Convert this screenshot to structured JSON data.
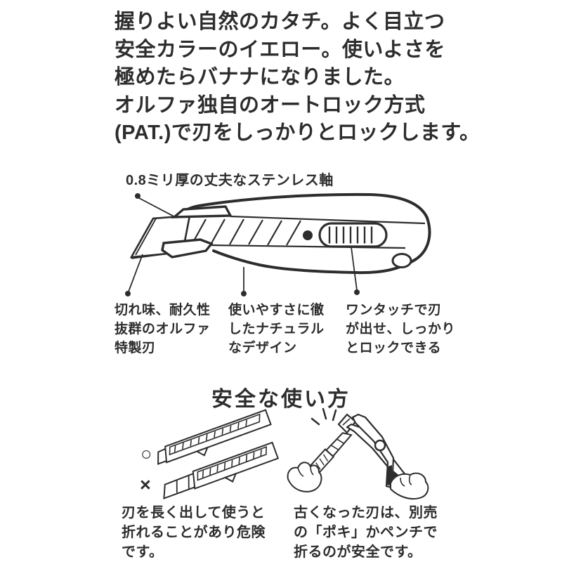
{
  "intro": {
    "lines": [
      "握りよい自然のカタチ。よく目立つ",
      "安全カラーのイエロー。使いよさを",
      "極めたらバナナになりました。",
      "オルファ独自のオートロック方式",
      "(PAT.)で刃をしっかりとロックします。"
    ]
  },
  "diagram": {
    "shaft_label": "0.8ミリ厚の丈夫なステンレス軸",
    "callout_blade": {
      "lines": [
        "切れ味、耐久性",
        "抜群のオルファ",
        "特製刃"
      ]
    },
    "callout_design": {
      "lines": [
        "使いやすさに徹",
        "したナチュラル",
        "なデザイン"
      ]
    },
    "callout_lock": {
      "lines": [
        "ワンタッチで刃",
        "が出せ、しっかり",
        "とロックできる"
      ]
    }
  },
  "safety": {
    "heading": "安全な使い方",
    "good_mark": "○",
    "bad_mark": "×",
    "caption_left": {
      "lines": [
        "刃を長く出して使うと",
        "折れることがあり危険",
        "です。"
      ]
    },
    "caption_right": {
      "lines": [
        "古くなった刃は、別売",
        "の「ポキ」かペンチで",
        "折るのが安全です。"
      ]
    }
  },
  "colors": {
    "ink": "#2d2d2d",
    "paper": "#ffffff"
  }
}
